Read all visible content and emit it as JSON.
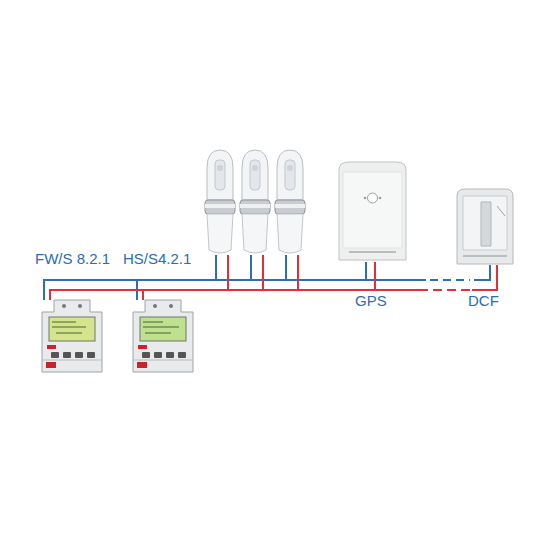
{
  "diagram": {
    "nodes": [
      {
        "text": [
          "FW/S 8.2.1"
        ]
      },
      {
        "text": [
          "HS/S4.2.1"
        ]
      },
      {
        "text": [
          "GPS"
        ]
      },
      {
        "text": [
          "DCF"
        ]
      }
    ],
    "edges": [
      {
        "from": 0,
        "to": 1,
        "arrow": "none"
      },
      {
        "from": 1,
        "to": 2,
        "arrow": "none"
      },
      {
        "from": 2,
        "to": 3,
        "arrow": "none"
      }
    ]
  }
}
